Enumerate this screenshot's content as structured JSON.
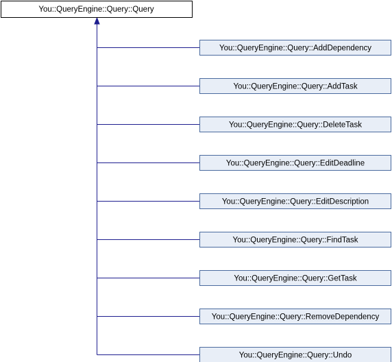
{
  "diagram": {
    "type": "inheritance-graph",
    "colors": {
      "base_fill": "#ffffff",
      "base_stroke": "#000000",
      "derived_fill": "#e8eef7",
      "derived_stroke": "#4a6a9e",
      "edge": "#1d1d8f",
      "text": "#000000"
    },
    "base_class": {
      "label": "You::QueryEngine::Query::Query"
    },
    "derived_classes": [
      {
        "label": "You::QueryEngine::Query::AddDependency"
      },
      {
        "label": "You::QueryEngine::Query::AddTask"
      },
      {
        "label": "You::QueryEngine::Query::DeleteTask"
      },
      {
        "label": "You::QueryEngine::Query::EditDeadline"
      },
      {
        "label": "You::QueryEngine::Query::EditDescription"
      },
      {
        "label": "You::QueryEngine::Query::FindTask"
      },
      {
        "label": "You::QueryEngine::Query::GetTask"
      },
      {
        "label": "You::QueryEngine::Query::RemoveDependency"
      },
      {
        "label": "You::QueryEngine::Query::Undo"
      }
    ]
  }
}
